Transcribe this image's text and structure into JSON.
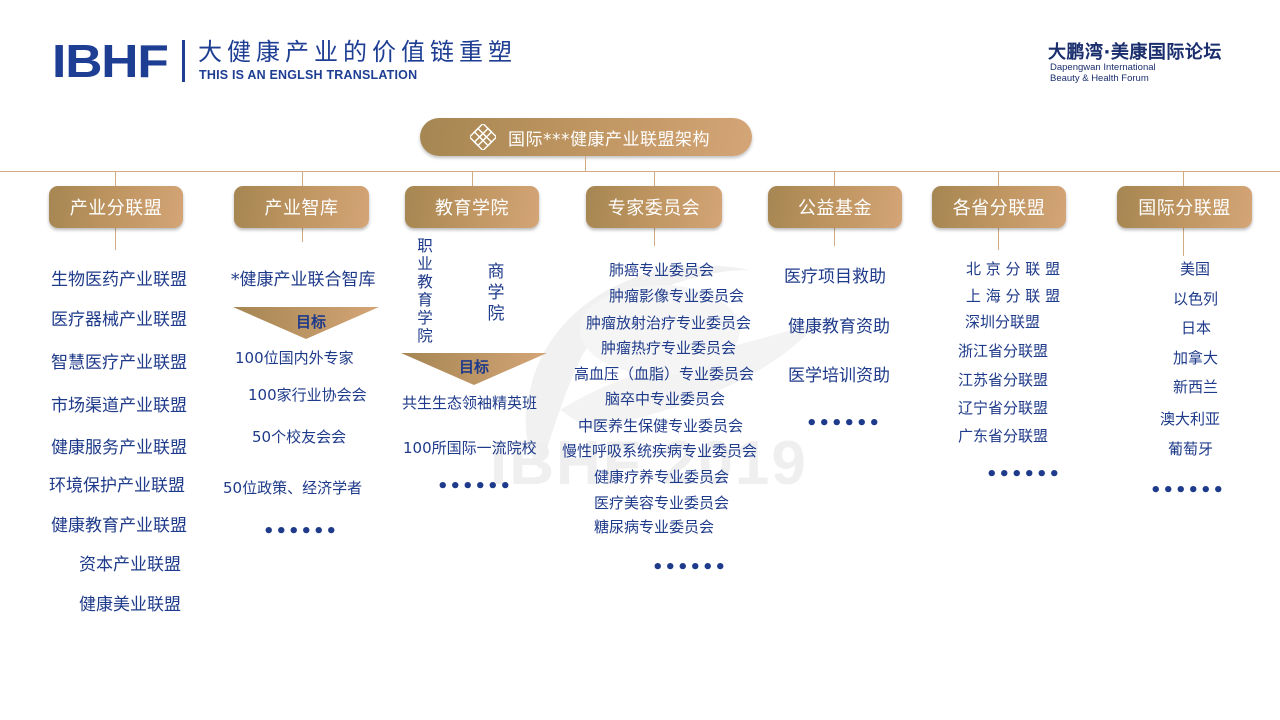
{
  "header": {
    "logo": "IBHF",
    "title": "大健康产业的价值链重塑",
    "subtitle": "THIS IS AN ENGLSH TRANSLATION",
    "forum_name_cn": "大鹏湾·美康国际论坛",
    "forum_name_en_line1": "Dapengwan International",
    "forum_name_en_line2": "Beauty & Health Forum"
  },
  "watermark": "IBHF 2019",
  "root": {
    "icon": "knot-emblem-icon",
    "label": "国际***健康产业联盟架构"
  },
  "colors": {
    "brand_blue": "#1e3e93",
    "text_blue": "#1e3a8a",
    "gold_start": "#a58652",
    "gold_end": "#d4a577",
    "connector": "#d2aa83"
  },
  "categories": [
    {
      "label": "产业分联盟",
      "items": [
        "生物医药产业联盟",
        "医疗器械产业联盟",
        "智慧医疗产业联盟",
        "市场渠道产业联盟",
        "健康服务产业联盟",
        "环境保护产业联盟",
        "健康教育产业联盟",
        "资本产业联盟",
        "健康美业联盟"
      ]
    },
    {
      "label": "产业智库",
      "heading": "*健康产业联合智库",
      "goal_label": "目标",
      "items": [
        "100位国内外专家",
        "100家行业协会会",
        "50个校友会会",
        "50位政策、经济学者"
      ],
      "more": "••••••"
    },
    {
      "label": "教育学院",
      "vertical_1": [
        "职",
        "业",
        "教",
        "育",
        "学",
        "院"
      ],
      "vertical_2": [
        "商",
        "学",
        "院"
      ],
      "goal_label": "目标",
      "items": [
        "共生生态领袖精英班",
        "100所国际一流院校"
      ],
      "more": "••••••"
    },
    {
      "label": "专家委员会",
      "items": [
        "肺癌专业委员会",
        "肿瘤影像专业委员会",
        "肿瘤放射治疗专业委员会",
        "肿瘤热疗专业委员会",
        "高血压（血脂）专业委员会",
        "脑卒中专业委员会",
        "中医养生保健专业委员会",
        "慢性呼吸系统疾病专业委员会",
        "健康疗养专业委员会",
        "医疗美容专业委员会",
        "糖尿病专业委员会"
      ],
      "more": "••••••"
    },
    {
      "label": "公益基金",
      "items": [
        "医疗项目救助",
        "健康教育资助",
        "医学培训资助"
      ],
      "more": "••••••"
    },
    {
      "label": "各省分联盟",
      "items": [
        "北 京 分 联 盟",
        "上 海 分 联 盟",
        "深圳分联盟",
        "浙江省分联盟",
        "江苏省分联盟",
        "辽宁省分联盟",
        "广东省分联盟"
      ],
      "more": "••••••"
    },
    {
      "label": "国际分联盟",
      "items": [
        "美国",
        "以色列",
        "日本",
        "加拿大",
        "新西兰",
        "澳大利亚",
        "葡萄牙"
      ],
      "more": "••••••"
    }
  ]
}
